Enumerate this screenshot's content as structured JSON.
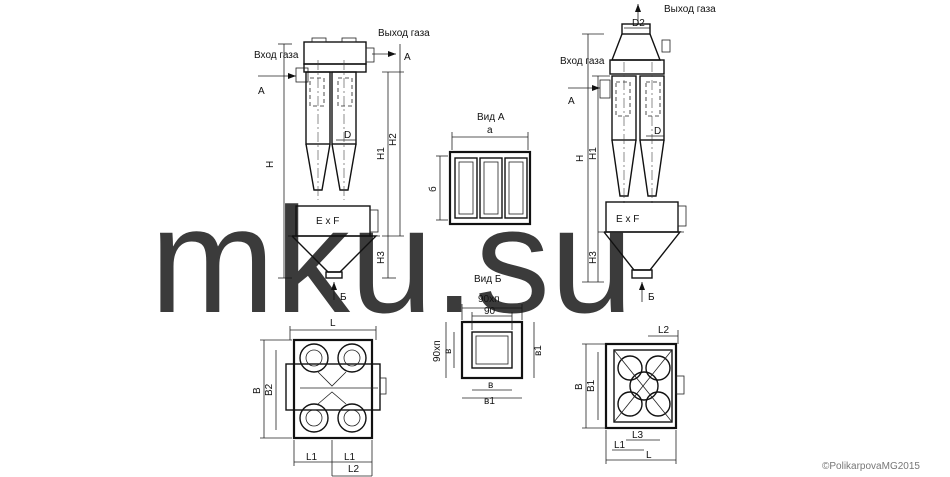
{
  "labels": {
    "left": {
      "inlet": "Вход\nгаза",
      "outlet": "Выход\nгаза",
      "A_left": "А",
      "A_right": "А",
      "H": "Н",
      "H1": "Н1",
      "H2": "Н2",
      "H3": "Н3",
      "D": "D",
      "ExF": "E x F",
      "B": "Б"
    },
    "right": {
      "outlet": "Выход\nгаза",
      "inlet": "Вход\nгаза",
      "A": "А",
      "D2": "D2",
      "H": "Н",
      "H1": "Н1",
      "H3": "Н3",
      "D": "D",
      "ExF": "E x F",
      "B": "Б"
    },
    "view_a": {
      "title": "Вид А",
      "a": "а",
      "b": "б"
    },
    "view_b": {
      "title": "Вид Б",
      "outer": "90хп",
      "inner": "90",
      "e": "в",
      "e1": "в1",
      "left_outer": "90хп",
      "left_inner": "в",
      "right": "в1"
    },
    "plan_left": {
      "L": "L",
      "B": "В",
      "B2": "В2",
      "L1a": "L1",
      "L1b": "L1",
      "L2": "L2"
    },
    "plan_right": {
      "L2": "L2",
      "B": "В",
      "B1": "В1",
      "L3": "L3",
      "L1": "L1",
      "L": "L"
    }
  },
  "watermark": "mku.su",
  "copyright": "©PolikarpovaMG2015"
}
